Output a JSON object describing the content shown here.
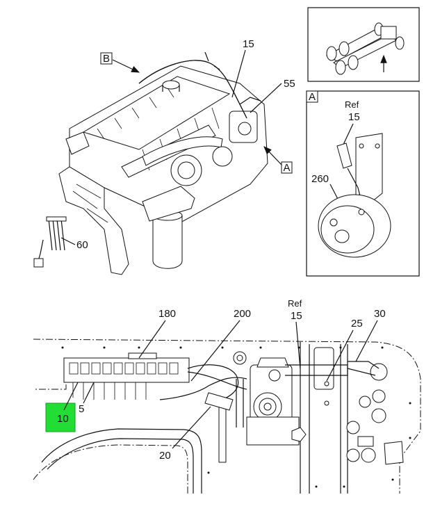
{
  "callouts": {
    "view_b": "B",
    "view_a": "A",
    "detail_a": "A",
    "p15_top": "15",
    "p55": "55",
    "p60": "60",
    "ref_a": "Ref",
    "p15_a": "15",
    "p260": "260",
    "p180": "180",
    "p200": "200",
    "ref_bottom": "Ref",
    "p15_bottom": "15",
    "p25": "25",
    "p30": "30",
    "p5": "5",
    "p10": "10",
    "p20": "20"
  },
  "colors": {
    "highlight": "#22dd33",
    "line": "#111111"
  }
}
